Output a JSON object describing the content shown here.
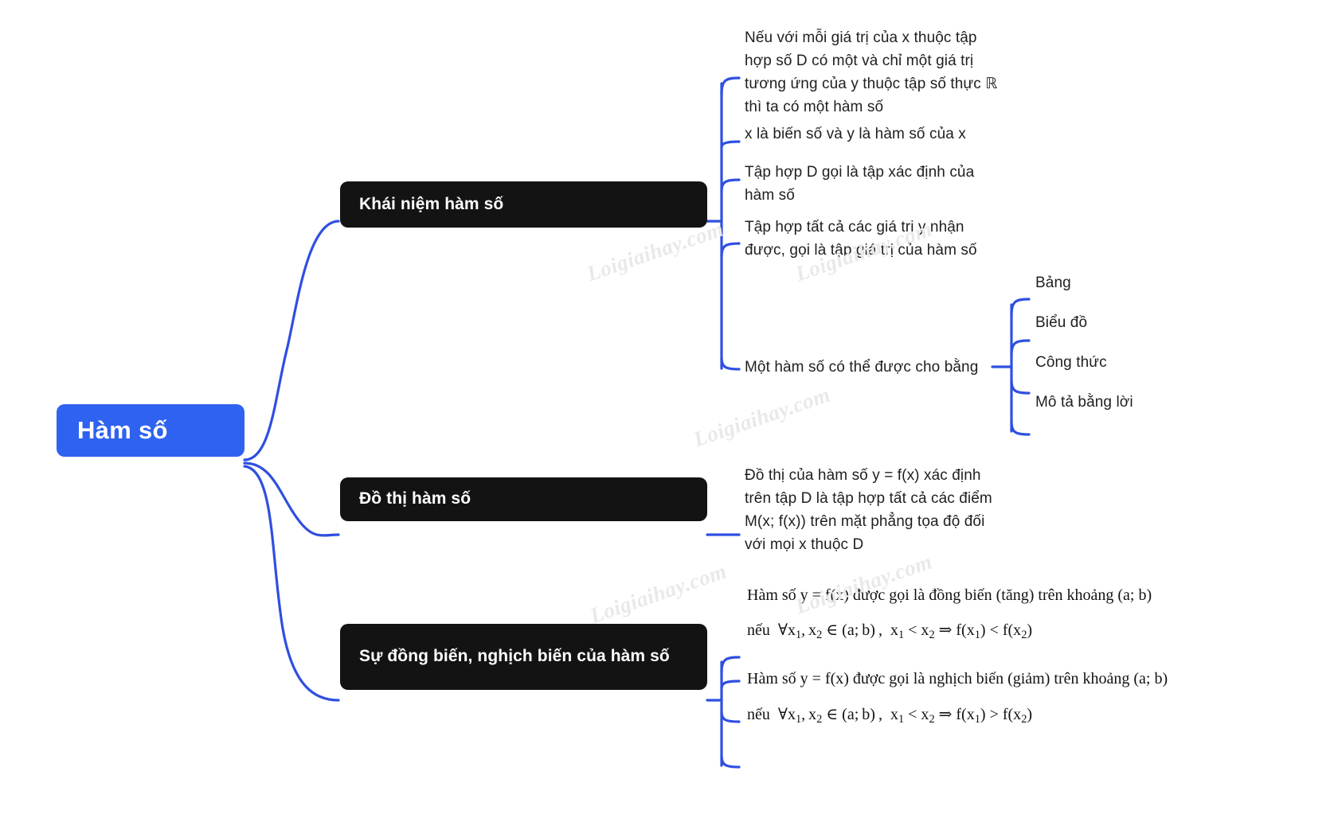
{
  "diagram": {
    "type": "mind-map",
    "root": {
      "label": "Hàm số",
      "color": "#2f62f0"
    },
    "branch_color": "#2f4fe0",
    "topic_color": "#131313",
    "branches": [
      {
        "label": "Khái niệm hàm số",
        "children": [
          {
            "label": "Nếu với mỗi giá trị của x thuộc tập hợp số D có một và chỉ một giá trị tương ứng của y thuộc tập số thực ℝ thì ta có một hàm số"
          },
          {
            "label": "x là biến số và y là hàm số của x"
          },
          {
            "label": "Tập hợp D gọi là tập xác định của hàm số"
          },
          {
            "label": "Tập hợp tất cả các giá trị y nhận được, gọi là tập giá trị của hàm số"
          },
          {
            "label": "Một hàm số có thể được cho bằng",
            "children": [
              {
                "label": "Bảng"
              },
              {
                "label": "Biểu đồ"
              },
              {
                "label": "Công thức"
              },
              {
                "label": "Mô tả bằng lời"
              }
            ]
          }
        ]
      },
      {
        "label": "Đồ thị hàm số",
        "children": [
          {
            "label": "Đồ thị của hàm số y = f(x) xác định trên tập D là tập hợp tất cả các điểm M(x; f(x)) trên mặt phẳng tọa độ đối với mọi x thuộc D"
          }
        ]
      },
      {
        "label": "Sự đồng biến, nghịch biến của hàm số",
        "children": [
          {
            "label": "Hàm số y = f(x) được gọi là đồng biến (tăng) trên khoảng (a; b)"
          },
          {
            "label": "nếu  ∀x1,x2 ∈ (a;b),  x1 < x2 ⇒ f(x1) < f(x2)",
            "math": {
              "prefix": "nếu",
              "quantifier": "∀",
              "vars": [
                "x",
                "1",
                "x",
                "2"
              ],
              "membership": "∈ (a;b),",
              "comparison_left": [
                "x",
                "1",
                "<",
                "x",
                "2"
              ],
              "implies": "⇒",
              "comparison_right": [
                "f(x",
                "1",
                ") < f(x",
                "2",
                ")"
              ]
            }
          },
          {
            "label": "Hàm số y = f(x) được gọi là nghịch biến (giảm) trên khoảng (a; b)"
          },
          {
            "label": "nếu  ∀x1,x2 ∈ (a;b),  x1 < x2 ⇒ f(x1) > f(x2)",
            "math": {
              "prefix": "nếu",
              "quantifier": "∀",
              "membership": "∈ (a;b),",
              "implies": "⇒"
            }
          }
        ]
      }
    ]
  },
  "watermarks": [
    {
      "text": "Loigiaihay.com"
    },
    {
      "text": "Loigiaihay.com"
    },
    {
      "text": "Loigiaihay.com"
    },
    {
      "text": "Loigiaihay.com"
    },
    {
      "text": "Loigiaihay.com"
    }
  ]
}
